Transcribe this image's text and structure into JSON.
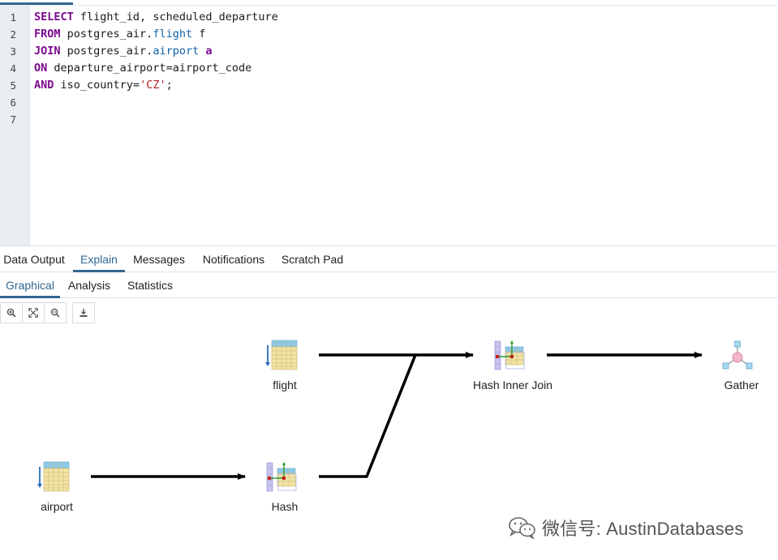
{
  "editor": {
    "line_numbers": [
      "1",
      "2",
      "3",
      "4",
      "5",
      "6",
      "7"
    ],
    "lines": [
      [
        {
          "t": "SELECT",
          "c": "kw"
        },
        {
          "t": " flight_id, scheduled_departure",
          "c": ""
        }
      ],
      [
        {
          "t": "FROM",
          "c": "kw"
        },
        {
          "t": " postgres_air.",
          "c": ""
        },
        {
          "t": "flight",
          "c": "prop"
        },
        {
          "t": " f",
          "c": ""
        }
      ],
      [
        {
          "t": "JOIN",
          "c": "kw"
        },
        {
          "t": " postgres_air.",
          "c": ""
        },
        {
          "t": "airport",
          "c": "prop"
        },
        {
          "t": " ",
          "c": ""
        },
        {
          "t": "a",
          "c": "kw"
        }
      ],
      [
        {
          "t": "ON",
          "c": "kw"
        },
        {
          "t": " departure_airport=airport_code",
          "c": ""
        }
      ],
      [
        {
          "t": "AND",
          "c": "kw"
        },
        {
          "t": " iso_country=",
          "c": ""
        },
        {
          "t": "'CZ'",
          "c": "str"
        },
        {
          "t": ";",
          "c": ""
        }
      ],
      [],
      []
    ]
  },
  "main_tabs": [
    {
      "label": "Data Output",
      "active": false
    },
    {
      "label": "Explain",
      "active": true
    },
    {
      "label": "Messages",
      "active": false
    },
    {
      "label": "Notifications",
      "active": false
    },
    {
      "label": "Scratch Pad",
      "active": false
    }
  ],
  "sub_tabs": [
    {
      "label": "Graphical",
      "active": true
    },
    {
      "label": "Analysis",
      "active": false
    },
    {
      "label": "Statistics",
      "active": false
    }
  ],
  "toolbar": {
    "zoom_in": "zoom-in-icon",
    "zoom_fit": "zoom-to-fit-icon",
    "zoom_out": "zoom-out-icon",
    "download": "download-icon"
  },
  "plan": {
    "nodes": {
      "flight": {
        "label": "flight",
        "icon": "seq-scan-icon"
      },
      "airport": {
        "label": "airport",
        "icon": "seq-scan-icon"
      },
      "hash": {
        "label": "Hash",
        "icon": "hash-icon"
      },
      "hash_join": {
        "label": "Hash Inner Join",
        "icon": "hash-join-icon"
      },
      "gather": {
        "label": "Gather",
        "icon": "gather-icon"
      }
    }
  },
  "watermark": {
    "text": "微信号: AustinDatabases",
    "icon": "wechat-icon"
  },
  "colors": {
    "accent": "#326690",
    "keyword": "#7a0a8f",
    "identifier": "#1261a8",
    "string": "#b42020"
  }
}
